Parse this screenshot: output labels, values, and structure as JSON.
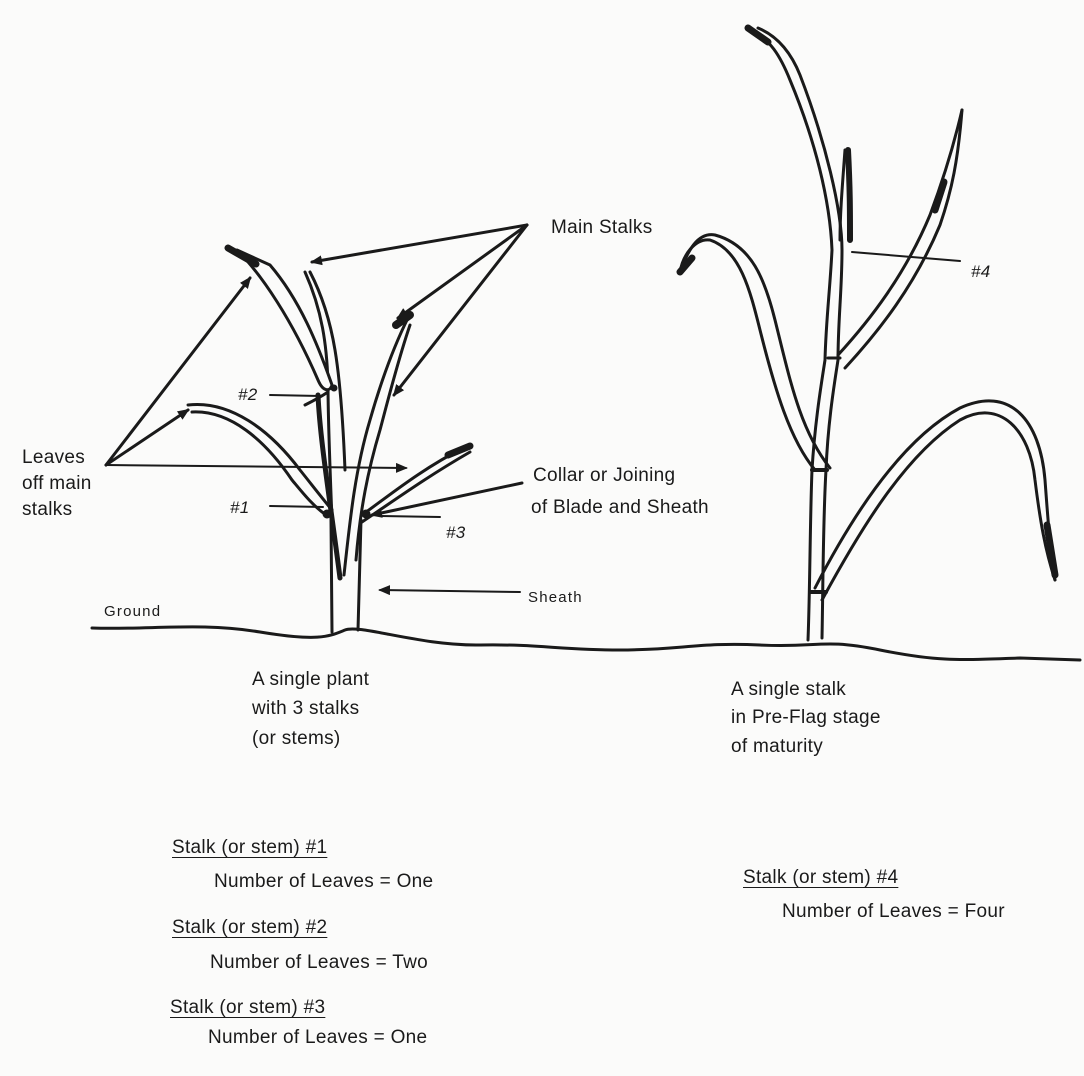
{
  "labels": {
    "main_stalks": "Main Stalks",
    "leaves_line1": "Leaves",
    "leaves_line2": "off main",
    "leaves_line3": "stalks",
    "collar_line1": "Collar or Joining",
    "collar_line2": "of Blade and Sheath",
    "sheath": "Sheath",
    "ground": "Ground",
    "num1": "#1",
    "num2": "#2",
    "num3": "#3",
    "num4": "#4"
  },
  "captions": {
    "plant_line1": "A single plant",
    "plant_line2": "with 3 stalks",
    "plant_line3": "(or stems)",
    "stalk_line1": "A single stalk",
    "stalk_line2": "in Pre-Flag stage",
    "stalk_line3": "of maturity"
  },
  "legend": {
    "stalk1_heading": "Stalk (or stem) #1",
    "stalk1_text": "Number of Leaves = One",
    "stalk2_heading": "Stalk (or stem) #2",
    "stalk2_text": "Number of Leaves = Two",
    "stalk3_heading": "Stalk (or stem) #3",
    "stalk3_text": "Number of Leaves = One",
    "stalk4_heading": "Stalk (or stem) #4",
    "stalk4_text": "Number of Leaves = Four"
  },
  "colors": {
    "ink": "#1a1a1a",
    "paper": "#fbfbfa"
  }
}
